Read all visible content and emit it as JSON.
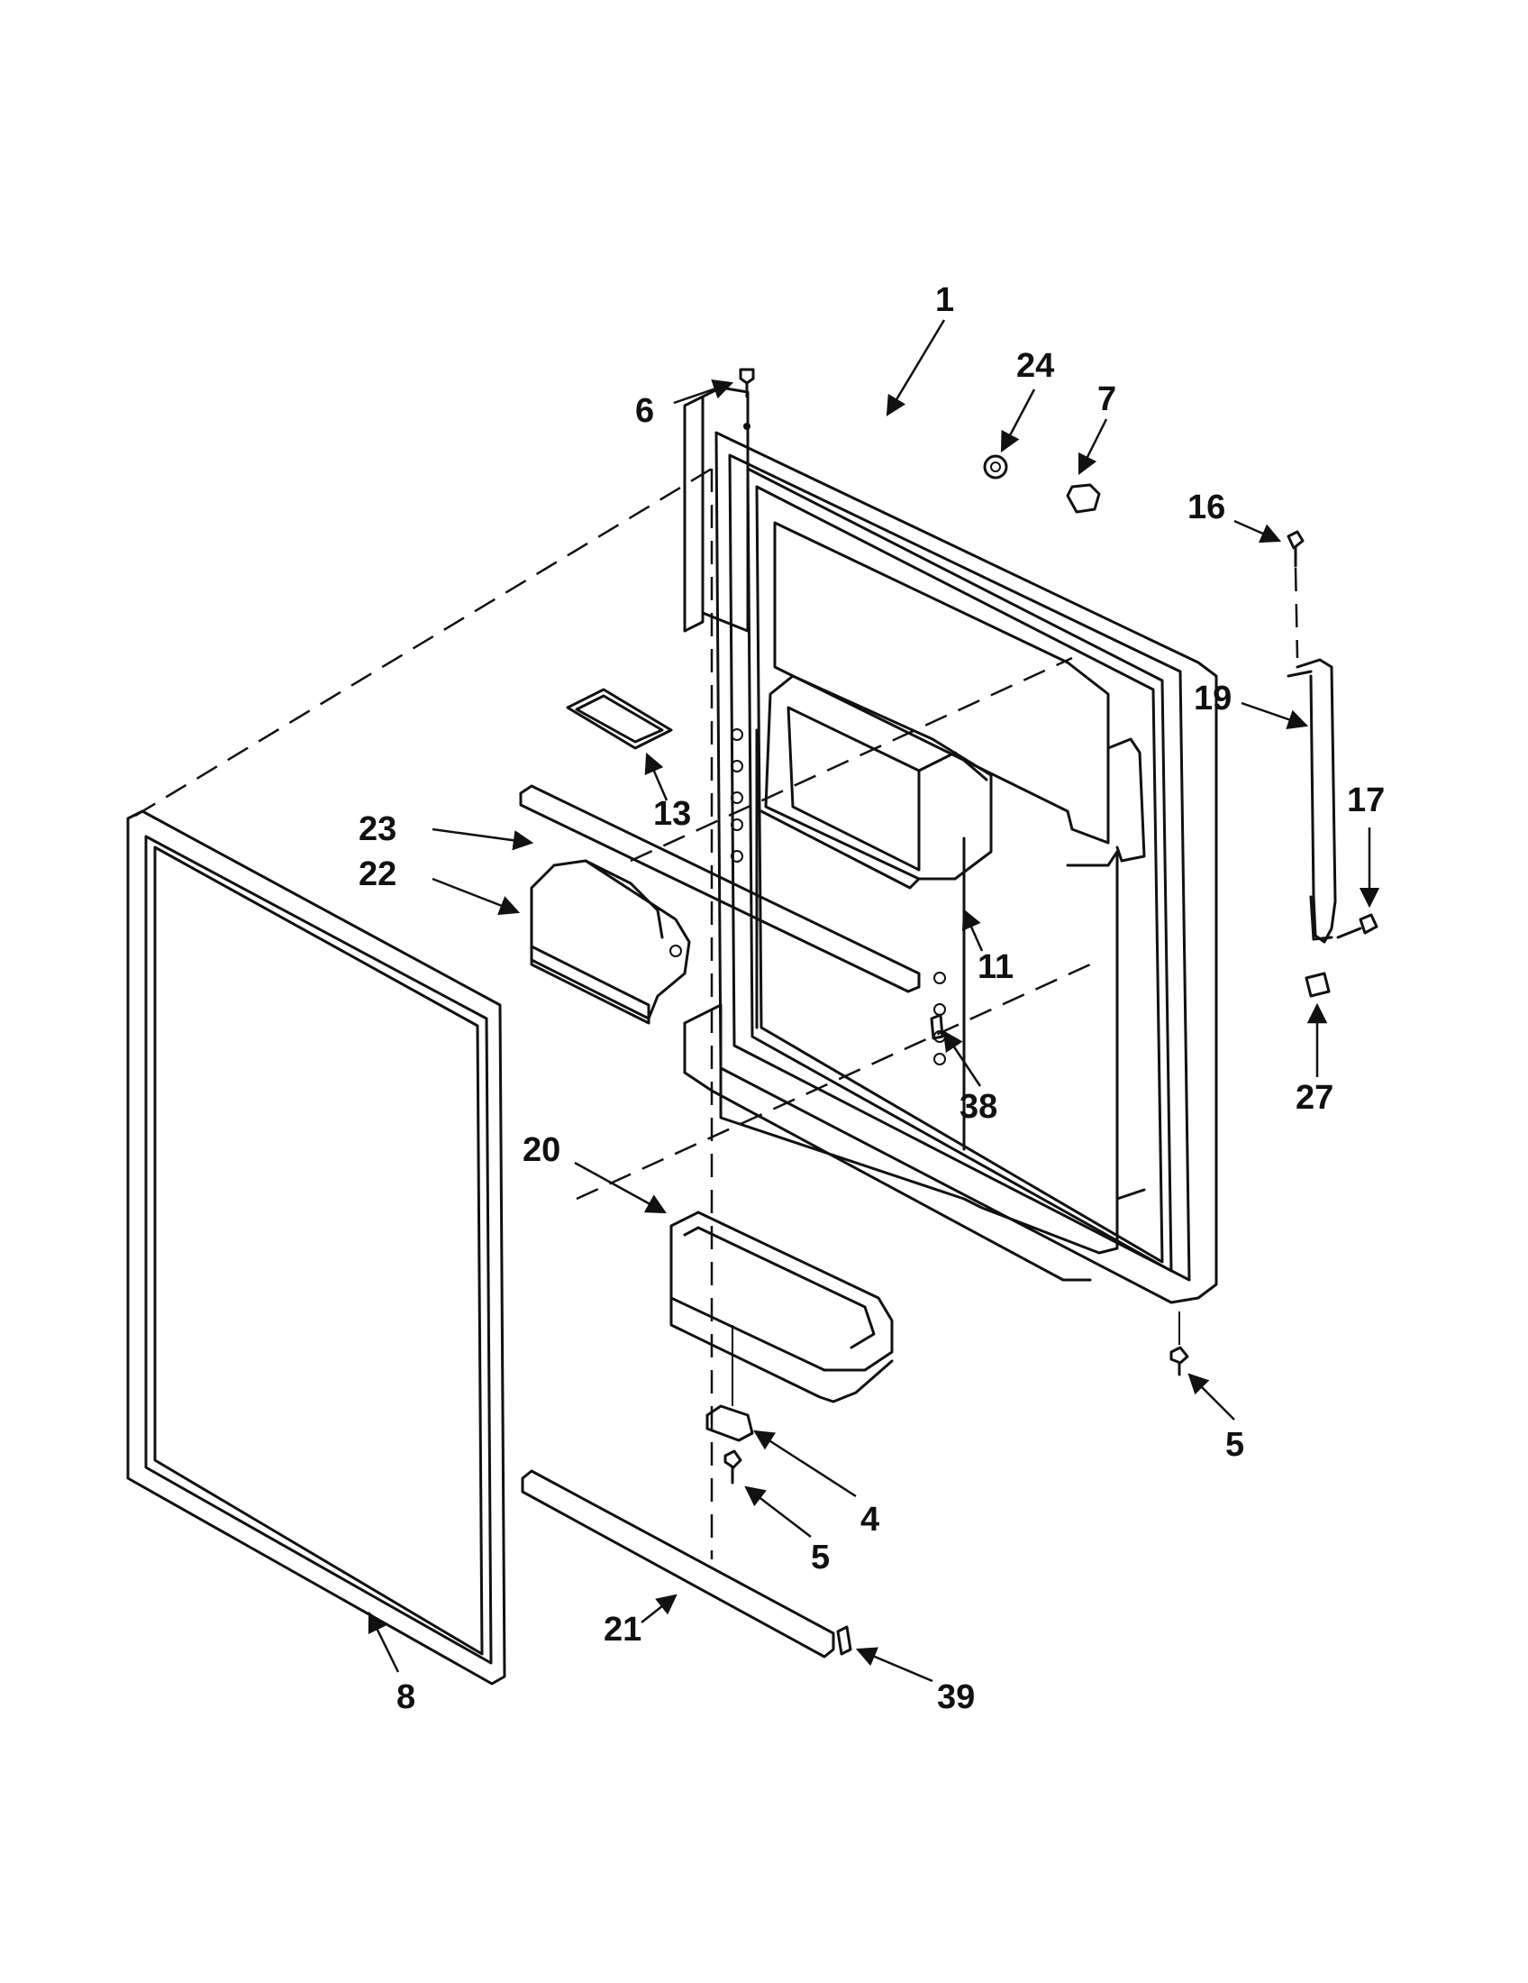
{
  "callouts": {
    "c1": "1",
    "c24": "24",
    "c7": "7",
    "c6": "6",
    "c16": "16",
    "c19": "19",
    "c17": "17",
    "c13": "13",
    "c23": "23",
    "c22": "22",
    "c11": "11",
    "c38": "38",
    "c27": "27",
    "c20": "20",
    "c5a": "5",
    "c4": "4",
    "c5b": "5",
    "c21": "21",
    "c39": "39",
    "c8": "8"
  }
}
